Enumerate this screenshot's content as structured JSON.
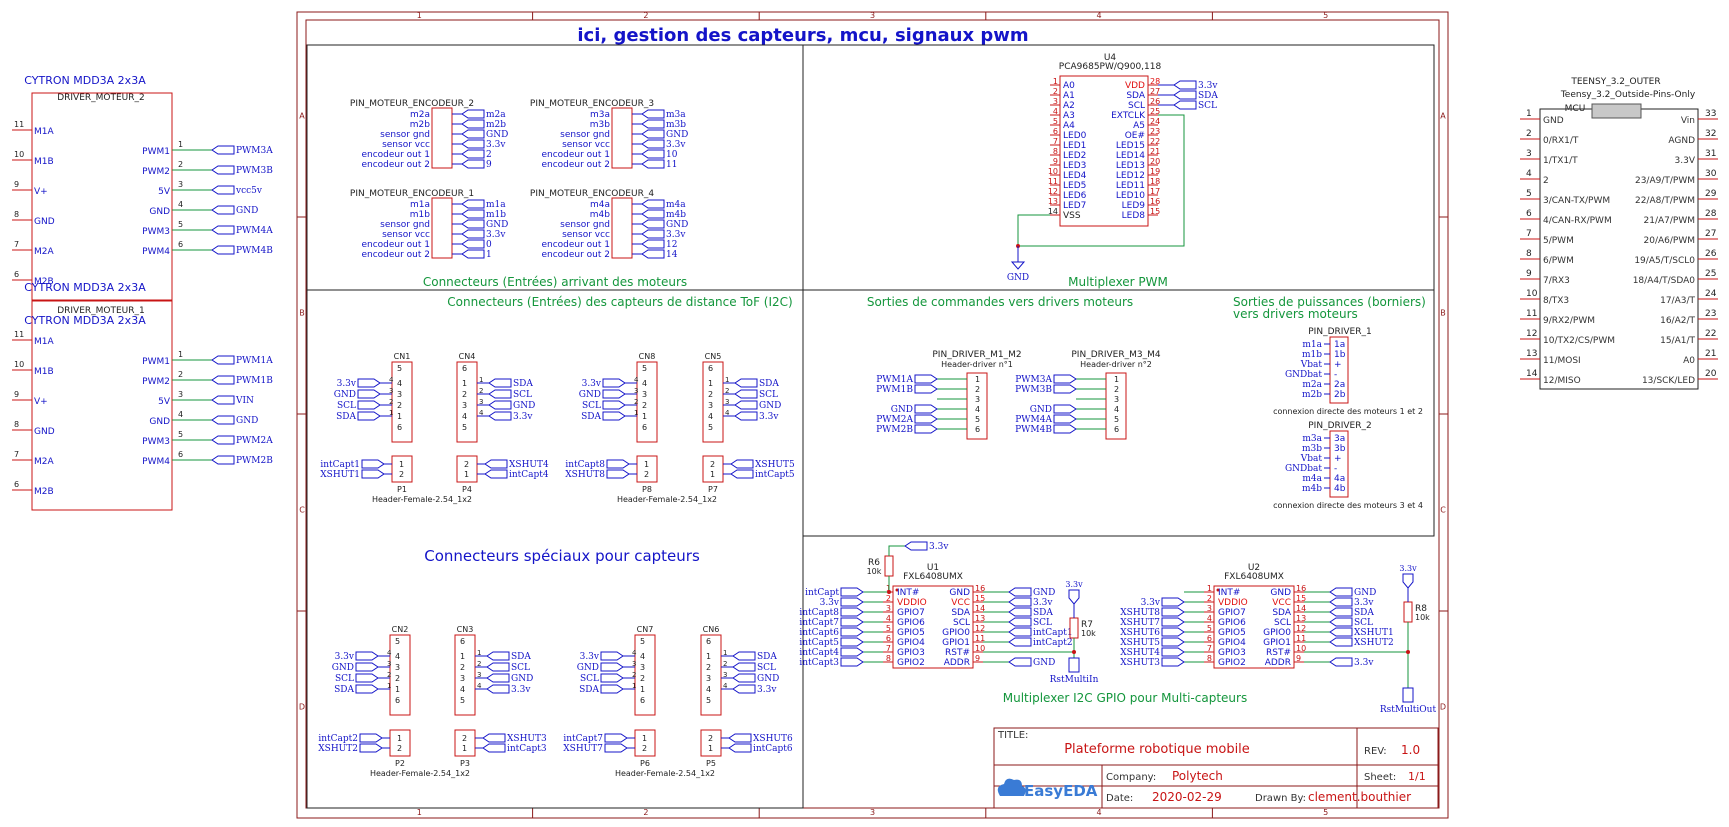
{
  "title": "ici, gestion des capteurs, mcu, signaux pwm",
  "frame": {
    "cols": [
      "1",
      "2",
      "3",
      "4",
      "5"
    ],
    "rows": [
      "A",
      "B",
      "C",
      "D"
    ]
  },
  "sections": {
    "motors_in": "Connecteurs (Entrées) arrivant des moteurs",
    "pwm_mux": "Multiplexer PWM",
    "tof": "Connecteurs (Entrées) des capteurs de distance ToF (I2C)",
    "cmd_out": "Sorties de commandes vers drivers moteurs",
    "power_out_1": "Sorties de puissances (borniers)",
    "power_out_2": "vers drivers moteurs",
    "special": "Connecteurs spéciaux pour capteurs",
    "gpio_mux": "Multiplexer I2C GPIO pour Multi-capteurs"
  },
  "drivers": [
    {
      "title": "DRIVER_MOTEUR_2",
      "model": "CYTRON MDD3A 2x3A",
      "left_pins": [
        {
          "n": "11",
          "l": "M1A"
        },
        {
          "n": "10",
          "l": "M1B"
        },
        {
          "n": "9",
          "l": "V+"
        },
        {
          "n": "8",
          "l": "GND"
        },
        {
          "n": "7",
          "l": "M2A"
        },
        {
          "n": "6",
          "l": "M2B"
        }
      ],
      "right_pins": [
        {
          "n": "1",
          "l": "PWM1",
          "net": "PWM3A"
        },
        {
          "n": "2",
          "l": "PWM2",
          "net": "PWM3B"
        },
        {
          "n": "3",
          "l": "5V",
          "net": "vcc5v"
        },
        {
          "n": "4",
          "l": "GND",
          "net": "GND"
        },
        {
          "n": "5",
          "l": "PWM3",
          "net": "PWM4A"
        },
        {
          "n": "6",
          "l": "PWM4",
          "net": "PWM4B"
        }
      ]
    },
    {
      "title": "DRIVER_MOTEUR_1",
      "model": "CYTRON MDD3A 2x3A",
      "left_pins": [
        {
          "n": "11",
          "l": "M1A"
        },
        {
          "n": "10",
          "l": "M1B"
        },
        {
          "n": "9",
          "l": "V+"
        },
        {
          "n": "8",
          "l": "GND"
        },
        {
          "n": "7",
          "l": "M2A"
        },
        {
          "n": "6",
          "l": "M2B"
        }
      ],
      "right_pins": [
        {
          "n": "1",
          "l": "PWM1",
          "net": "PWM1A"
        },
        {
          "n": "2",
          "l": "PWM2",
          "net": "PWM1B"
        },
        {
          "n": "3",
          "l": "5V",
          "net": "VIN"
        },
        {
          "n": "4",
          "l": "GND",
          "net": "GND"
        },
        {
          "n": "5",
          "l": "PWM3",
          "net": "PWM2A"
        },
        {
          "n": "6",
          "l": "PWM4",
          "net": "PWM2B"
        }
      ]
    }
  ],
  "encoders": [
    {
      "title": "PIN_MOTEUR_ENCODEUR_2",
      "rows": [
        [
          "m2a",
          "m2a"
        ],
        [
          "m2b",
          "m2b"
        ],
        [
          "sensor gnd",
          "GND"
        ],
        [
          "sensor vcc",
          "3.3v"
        ],
        [
          "encodeur out 1",
          "2"
        ],
        [
          "encodeur out 2",
          "9"
        ]
      ]
    },
    {
      "title": "PIN_MOTEUR_ENCODEUR_3",
      "rows": [
        [
          "m3a",
          "m3a"
        ],
        [
          "m3b",
          "m3b"
        ],
        [
          "sensor gnd",
          "GND"
        ],
        [
          "sensor vcc",
          "3.3v"
        ],
        [
          "encodeur out 1",
          "10"
        ],
        [
          "encodeur out 2",
          "11"
        ]
      ]
    },
    {
      "title": "PIN_MOTEUR_ENCODEUR_1",
      "rows": [
        [
          "m1a",
          "m1a"
        ],
        [
          "m1b",
          "m1b"
        ],
        [
          "sensor gnd",
          "GND"
        ],
        [
          "sensor vcc",
          "3.3v"
        ],
        [
          "encodeur out 1",
          "0"
        ],
        [
          "encodeur out 2",
          "1"
        ]
      ]
    },
    {
      "title": "PIN_MOTEUR_ENCODEUR_4",
      "rows": [
        [
          "m4a",
          "m4a"
        ],
        [
          "m4b",
          "m4b"
        ],
        [
          "sensor gnd",
          "GND"
        ],
        [
          "sensor vcc",
          "3.3v"
        ],
        [
          "encodeur out 1",
          "12"
        ],
        [
          "encodeur out 2",
          "14"
        ]
      ]
    }
  ],
  "pca": {
    "ref": "U4",
    "part": "PCA9685PW/Q900,118",
    "left": [
      [
        "1",
        "A0"
      ],
      [
        "2",
        "A1"
      ],
      [
        "3",
        "A2"
      ],
      [
        "4",
        "A3"
      ],
      [
        "5",
        "A4"
      ],
      [
        "6",
        "LED0"
      ],
      [
        "7",
        "LED1"
      ],
      [
        "8",
        "LED2"
      ],
      [
        "9",
        "LED3"
      ],
      [
        "10",
        "LED4"
      ],
      [
        "11",
        "LED5"
      ],
      [
        "12",
        "LED6"
      ],
      [
        "13",
        "LED7"
      ],
      [
        "14",
        "VSS"
      ]
    ],
    "right": [
      [
        "28",
        "VDD"
      ],
      [
        "27",
        "SDA"
      ],
      [
        "26",
        "SCL"
      ],
      [
        "25",
        "EXTCLK"
      ],
      [
        "24",
        "A5"
      ],
      [
        "23",
        "OE#"
      ],
      [
        "22",
        "LED15"
      ],
      [
        "21",
        "LED14"
      ],
      [
        "20",
        "LED13"
      ],
      [
        "19",
        "LED12"
      ],
      [
        "18",
        "LED11"
      ],
      [
        "17",
        "LED10"
      ],
      [
        "16",
        "LED9"
      ],
      [
        "15",
        "LED8"
      ]
    ],
    "nets": [
      "3.3v",
      "SDA",
      "SCL"
    ],
    "gnd": "GND"
  },
  "tof_sensors": [
    {
      "ref": "CN1",
      "pins": [
        "5",
        "4",
        "3",
        "2",
        "1",
        "6"
      ],
      "nets": [
        "3.3v",
        "GND",
        "SCL",
        "SDA"
      ],
      "side": "left"
    },
    {
      "ref": "CN4",
      "pins": [
        "6",
        "1",
        "2",
        "3",
        "4",
        "5"
      ],
      "nets": [
        "SDA",
        "SCL",
        "GND",
        "3.3v"
      ],
      "side": "right"
    },
    {
      "ref": "CN8",
      "pins": [
        "5",
        "4",
        "3",
        "2",
        "1",
        "6"
      ],
      "nets": [
        "3.3v",
        "GND",
        "SCL",
        "SDA"
      ],
      "side": "left"
    },
    {
      "ref": "CN5",
      "pins": [
        "6",
        "1",
        "2",
        "3",
        "4",
        "5"
      ],
      "nets": [
        "SDA",
        "SCL",
        "GND",
        "3.3v"
      ],
      "side": "right"
    }
  ],
  "tof_headers": [
    {
      "ref": "P1",
      "nets": [
        "intCapt1",
        "XSHUT1"
      ],
      "side": "left"
    },
    {
      "ref": "P4",
      "nets": [
        "XSHUT4",
        "intCapt4"
      ],
      "side": "right"
    },
    {
      "ref": "P8",
      "nets": [
        "intCapt8",
        "XSHUT8"
      ],
      "side": "left"
    },
    {
      "ref": "P7",
      "nets": [
        "XSHUT5",
        "intCapt5"
      ],
      "side": "right"
    }
  ],
  "header_label": "Header-Female-2.54_1x2",
  "special_sensors": [
    {
      "ref": "CN2",
      "pins": [
        "5",
        "4",
        "3",
        "2",
        "1",
        "6"
      ],
      "nets": [
        "3.3v",
        "GND",
        "SCL",
        "SDA"
      ],
      "side": "left"
    },
    {
      "ref": "CN3",
      "pins": [
        "6",
        "1",
        "2",
        "3",
        "4",
        "5"
      ],
      "nets": [
        "SDA",
        "SCL",
        "GND",
        "3.3v"
      ],
      "side": "right"
    },
    {
      "ref": "CN7",
      "pins": [
        "5",
        "4",
        "3",
        "2",
        "1",
        "6"
      ],
      "nets": [
        "3.3v",
        "GND",
        "SCL",
        "SDA"
      ],
      "side": "left"
    },
    {
      "ref": "CN6",
      "pins": [
        "6",
        "1",
        "2",
        "3",
        "4",
        "5"
      ],
      "nets": [
        "SDA",
        "SCL",
        "GND",
        "3.3v"
      ],
      "side": "right"
    }
  ],
  "special_headers": [
    {
      "ref": "P2",
      "nets": [
        "intCapt2",
        "XSHUT2"
      ],
      "side": "left"
    },
    {
      "ref": "P3",
      "nets": [
        "XSHUT3",
        "intCapt3"
      ],
      "side": "right"
    },
    {
      "ref": "P6",
      "nets": [
        "intCapt7",
        "XSHUT7"
      ],
      "side": "left"
    },
    {
      "ref": "P5",
      "nets": [
        "XSHUT6",
        "intCapt6"
      ],
      "side": "right"
    }
  ],
  "driver_headers": [
    {
      "title": "PIN_DRIVER_M1_M2",
      "sub": "Header-driver n°1",
      "nets": [
        "PWM1A",
        "PWM1B",
        "",
        "GND",
        "PWM2A",
        "PWM2B"
      ]
    },
    {
      "title": "PIN_DRIVER_M3_M4",
      "sub": "Header-driver n°2",
      "nets": [
        "PWM3A",
        "PWM3B",
        "",
        "GND",
        "PWM4A",
        "PWM4B"
      ]
    }
  ],
  "power_drivers": [
    {
      "title": "PIN_DRIVER_1",
      "nets": [
        "m1a",
        "m1b",
        "Vbat",
        "GNDbat",
        "m2a",
        "m2b"
      ],
      "pins": [
        "1a",
        "1b",
        "+",
        "-",
        "2a",
        "2b"
      ],
      "caption": "connexion directe des moteurs 1 et 2"
    },
    {
      "title": "PIN_DRIVER_2",
      "nets": [
        "m3a",
        "m3b",
        "Vbat",
        "GNDbat",
        "m4a",
        "m4b"
      ],
      "pins": [
        "3a",
        "3b",
        "+",
        "-",
        "4a",
        "4b"
      ],
      "caption": "connexion directe des moteurs 3 et 4"
    }
  ],
  "fxl": [
    {
      "ref": "U1",
      "part": "FXL6408UMX",
      "left": [
        [
          "1",
          "INT#",
          "intCapt"
        ],
        [
          "2",
          "VDDIO",
          "3.3v"
        ],
        [
          "3",
          "GPIO7",
          "intCapt8"
        ],
        [
          "4",
          "GPIO6",
          "intCapt7"
        ],
        [
          "5",
          "GPIO5",
          "intCapt6"
        ],
        [
          "6",
          "GPIO4",
          "intCapt5"
        ],
        [
          "7",
          "GPIO3",
          "intCapt4"
        ],
        [
          "8",
          "GPIO2",
          "intCapt3"
        ]
      ],
      "right": [
        [
          "16",
          "GND",
          "GND"
        ],
        [
          "15",
          "VCC",
          "3.3v"
        ],
        [
          "14",
          "SDA",
          "SDA"
        ],
        [
          "13",
          "SCL",
          "SCL"
        ],
        [
          "12",
          "GPIO0",
          "intCapt1"
        ],
        [
          "11",
          "GPIO1",
          "intCapt2"
        ],
        [
          "10",
          "RST#",
          ""
        ],
        [
          "9",
          "ADDR",
          "GND"
        ]
      ],
      "res": {
        "ref": "R6",
        "val": "10k",
        "net": "3.3v"
      },
      "res2": {
        "ref": "R7",
        "val": "10k",
        "net": "3.3v",
        "out": "RstMultiIn"
      }
    },
    {
      "ref": "U2",
      "part": "FXL6408UMX",
      "left": [
        [
          "1",
          "INT#",
          ""
        ],
        [
          "2",
          "VDDIO",
          "3.3v"
        ],
        [
          "3",
          "GPIO7",
          "XSHUT8"
        ],
        [
          "4",
          "GPIO6",
          "XSHUT7"
        ],
        [
          "5",
          "GPIO5",
          "XSHUT6"
        ],
        [
          "6",
          "GPIO4",
          "XSHUT5"
        ],
        [
          "7",
          "GPIO3",
          "XSHUT4"
        ],
        [
          "8",
          "GPIO2",
          "XSHUT3"
        ]
      ],
      "right": [
        [
          "16",
          "GND",
          "GND"
        ],
        [
          "15",
          "VCC",
          "3.3v"
        ],
        [
          "14",
          "SDA",
          "SDA"
        ],
        [
          "13",
          "SCL",
          "SCL"
        ],
        [
          "12",
          "GPIO0",
          "XSHUT1"
        ],
        [
          "11",
          "GPIO1",
          "XSHUT2"
        ],
        [
          "10",
          "RST#",
          ""
        ],
        [
          "9",
          "ADDR",
          "3.3v"
        ]
      ],
      "res2": {
        "ref": "R8",
        "val": "10k",
        "net": "3.3v",
        "out": "RstMultiOut"
      }
    }
  ],
  "teensy": {
    "title": "TEENSY_3.2_OUTER",
    "sub": "Teensy_3.2_Outside-Pins-Only",
    "chip": "MCU",
    "left": [
      [
        "1",
        "GND"
      ],
      [
        "2",
        "0/RX1/T"
      ],
      [
        "3",
        "1/TX1/T"
      ],
      [
        "4",
        "2"
      ],
      [
        "5",
        "3/CAN-TX/PWM"
      ],
      [
        "6",
        "4/CAN-RX/PWM"
      ],
      [
        "7",
        "5/PWM"
      ],
      [
        "8",
        "6/PWM"
      ],
      [
        "9",
        "7/RX3"
      ],
      [
        "10",
        "8/TX3"
      ],
      [
        "11",
        "9/RX2/PWM"
      ],
      [
        "12",
        "10/TX2/CS/PWM"
      ],
      [
        "13",
        "11/MOSI"
      ],
      [
        "14",
        "12/MISO"
      ]
    ],
    "right": [
      [
        "33",
        "Vin"
      ],
      [
        "32",
        "AGND"
      ],
      [
        "31",
        "3.3V"
      ],
      [
        "30",
        "23/A9/T/PWM"
      ],
      [
        "29",
        "22/A8/T/PWM"
      ],
      [
        "28",
        "21/A7/PWM"
      ],
      [
        "27",
        "20/A6/PWM"
      ],
      [
        "26",
        "19/A5/T/SCL0"
      ],
      [
        "25",
        "18/A4/T/SDA0"
      ],
      [
        "24",
        "17/A3/T"
      ],
      [
        "23",
        "16/A2/T"
      ],
      [
        "22",
        "15/A1/T"
      ],
      [
        "21",
        "A0"
      ],
      [
        "20",
        "13/SCK/LED"
      ]
    ]
  },
  "titleblock": {
    "title_label": "TITLE:",
    "title": "Plateforme robotique mobile",
    "rev_label": "REV:",
    "rev": "1.0",
    "company_label": "Company:",
    "company": "Polytech",
    "sheet_label": "Sheet:",
    "sheet": "1/1",
    "date_label": "Date:",
    "date": "2020-02-29",
    "drawn_label": "Drawn By:",
    "drawn": "clement.bouthier",
    "logo": "EasyEDA"
  },
  "colors": {
    "frame": "#8b1a1a",
    "part": "#c81414",
    "net": "#1414c8",
    "wire": "#14963c",
    "text": "#222222"
  }
}
